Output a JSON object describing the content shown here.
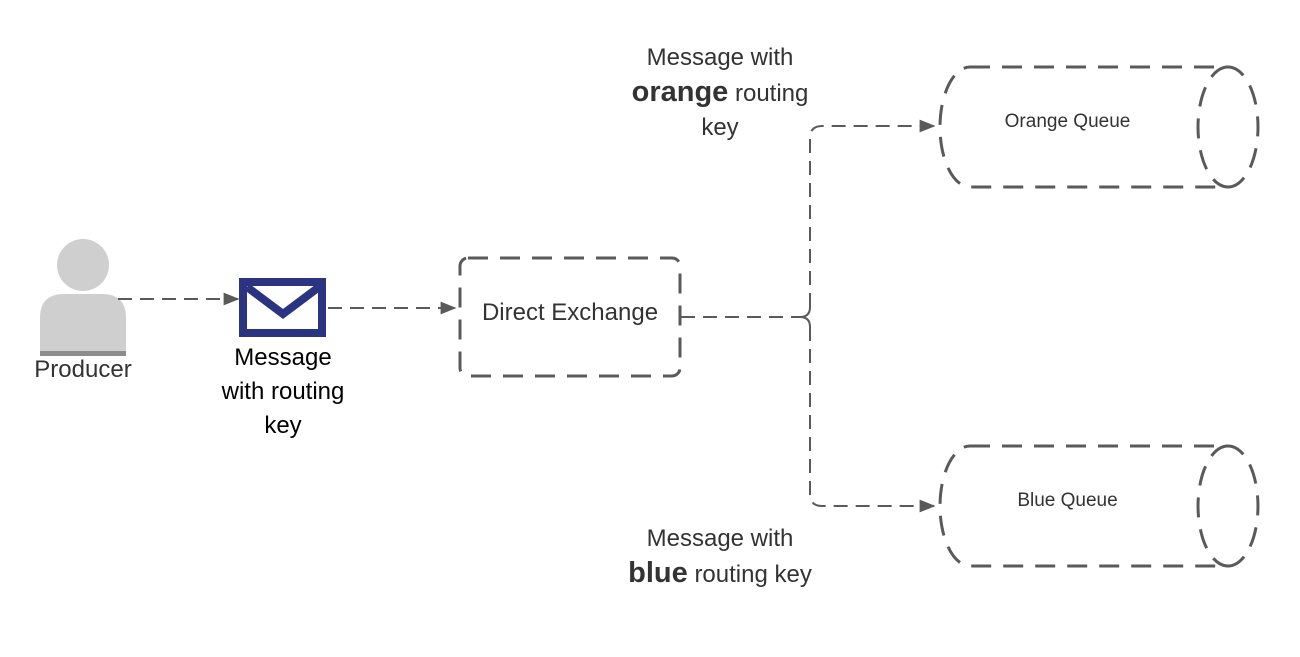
{
  "producer": {
    "label": "Producer",
    "icon": "user-icon"
  },
  "message": {
    "lines": [
      "Message",
      "with routing",
      "key"
    ],
    "icon": "envelope-icon",
    "icon_color": "#2b3480"
  },
  "exchange": {
    "label": "Direct Exchange"
  },
  "queues": {
    "orange": {
      "label": "Orange Queue"
    },
    "blue": {
      "label": "Blue Queue"
    }
  },
  "routes": {
    "orange": {
      "line1": "Message with",
      "key": "orange",
      "rest": "routing",
      "line3": "key"
    },
    "blue": {
      "line1": "Message with",
      "key": "blue",
      "rest": "routing key"
    }
  },
  "colors": {
    "stroke": "#5a5a5a",
    "user_fill": "#cfcfcf",
    "user_base": "#8c8c8c",
    "text": "#333333"
  }
}
